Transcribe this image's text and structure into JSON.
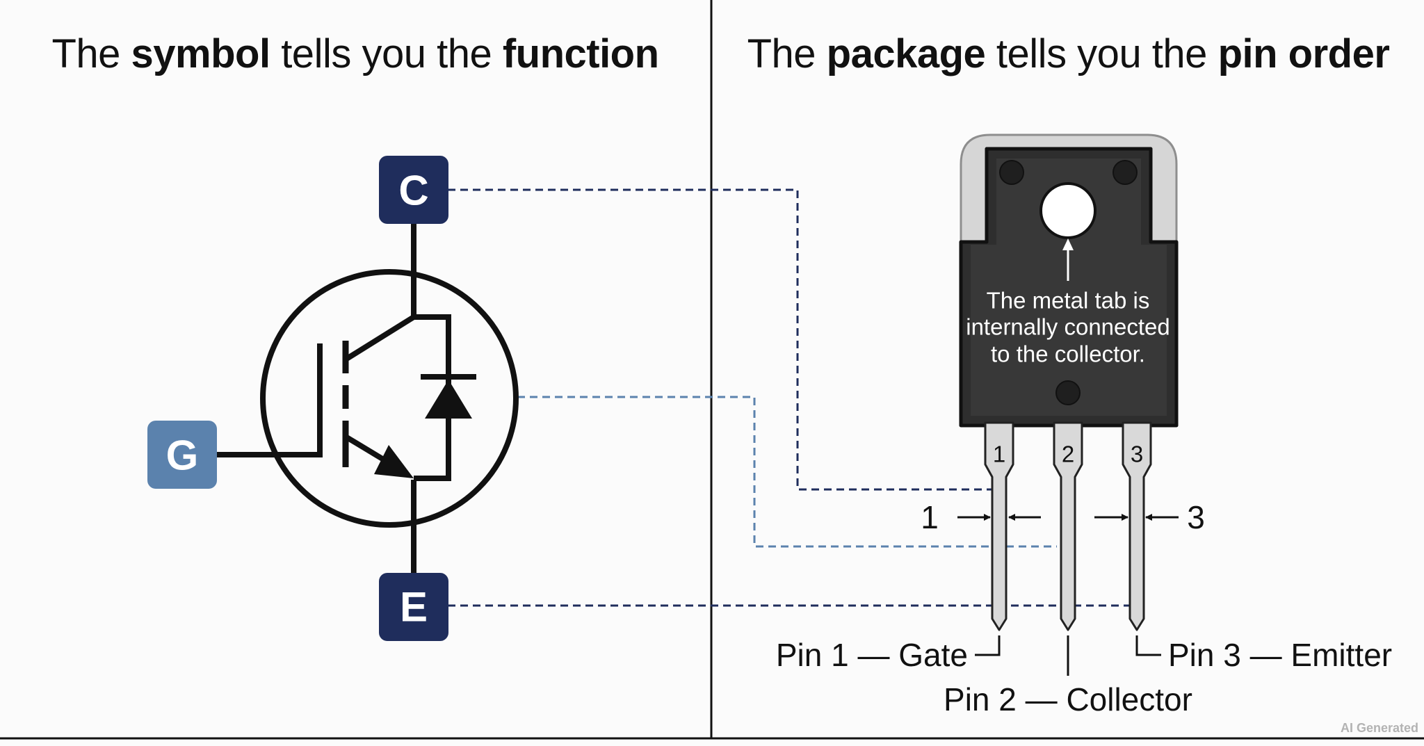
{
  "left_title": {
    "prefix": "The ",
    "bold1": "symbol",
    "middle": " tells you the ",
    "bold2": "function"
  },
  "right_title": {
    "prefix": "The ",
    "bold1": "package",
    "middle": " tells you the ",
    "bold2": "pin order"
  },
  "symbol": {
    "collector_label": "C",
    "gate_label": "G",
    "emitter_label": "E"
  },
  "package": {
    "tab_note_lines": [
      "The metal tab is",
      "internally connected",
      "to the collector."
    ],
    "pin_numbers": [
      "1",
      "2",
      "3"
    ],
    "spacing_left_label": "1",
    "spacing_right_label": "3",
    "pin1_caption": "Pin 1 — Gate",
    "pin2_caption": "Pin 2 — Collector",
    "pin3_caption": "Pin 3 — Emitter"
  },
  "watermark": "AI Generated",
  "colors": {
    "collector_badge": "#1f2d5c",
    "gate_badge": "#5b82ad",
    "emitter_badge": "#1f2d5c",
    "package_body": "#2e2e2e",
    "tab_metal": "#d6d6d6",
    "leads": "#d9d9d9",
    "collector_trace": "#1f2d5c",
    "gate_trace": "#5b82ad",
    "emitter_trace": "#1f2d5c"
  }
}
